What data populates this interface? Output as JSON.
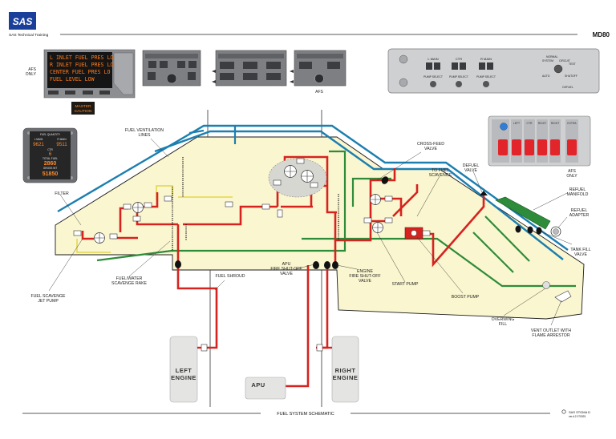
{
  "header": {
    "logo_text": "SAS",
    "brand_line": "SAS Technical Training",
    "model": "MD80"
  },
  "annunciator": {
    "afs_note": [
      "AFS",
      "ONLY"
    ],
    "lines": [
      "L INLET FUEL PRES LO",
      "R INLET FUEL PRES LO",
      "CENTER FUEL PRES LO",
      "FUEL LEVEL LOW"
    ],
    "master_caution": [
      "MASTER",
      "CAUTION"
    ]
  },
  "panel_labels": {
    "afs": "AFS",
    "pump_headers": [
      "L MAIN",
      "CTR",
      "R MAIN"
    ],
    "pump_sub": "PUMP SELECT",
    "refuel_words": [
      "NORMAL",
      "SYSTEM",
      "CIRCUIT",
      "TEST",
      "AUTO",
      "SHUTOFF",
      "DEFUEL"
    ]
  },
  "fuel_quantity": {
    "title": "FUEL QUANTITY",
    "left_label": "L MAIN",
    "right_label": "R MAIN",
    "left": "9621",
    "right": "9511",
    "ctr_label": "CTR",
    "ctr": "6",
    "total_label": "TOTAL FUEL",
    "total": "2860",
    "gross_label": "GROSS WT",
    "gross": "51850"
  },
  "refuel_switch_panel": {
    "afs_only": [
      "AFS",
      "ONLY"
    ],
    "headers": [
      "LEFT",
      "CTR",
      "RIGHT",
      "RIGHT",
      "EXTRA"
    ]
  },
  "labels": {
    "fuel_ventilation_lines": [
      "FUEL VENTILATION",
      "LINES"
    ],
    "filter": "FILTER",
    "fuel_scavenge_jet_pump": [
      "FUEL SCAVENGE",
      "JET PUMP"
    ],
    "fuel_water_scavenge_rake": [
      "FUEL/WATER",
      "SCAVENGE RAKE"
    ],
    "fuel_shroud": "FUEL SHROUD",
    "apu_fire_shutoff_valve": [
      "APU",
      "FIRE SHUT-OFF",
      "VALVE"
    ],
    "engine_fire_shutoff_valve": [
      "ENGINE",
      "FIRE SHUT-OFF",
      "VALVE"
    ],
    "start_pump": "START PUMP",
    "boost_pump": "BOOST PUMP",
    "cross_feed_valve": [
      "CROSS-FEED",
      "VALVE"
    ],
    "to_fuel_scavenge": [
      "TO FUEL",
      "SCAVENGE"
    ],
    "defuel_valve": [
      "DEFUEL",
      "VALVE"
    ],
    "refuel_manifold": [
      "REFUEL",
      "MANIFOLD"
    ],
    "refuel_adapter": [
      "REFUEL",
      "ADAPTER"
    ],
    "tank_fill_valve": [
      "TANK FILL",
      "VALVE"
    ],
    "overwing_fill": [
      "OVERWING",
      "FILL"
    ],
    "vent_outlet": [
      "VENT OUTLET WITH",
      "FLAME ARRESTOR"
    ]
  },
  "engines": {
    "left": [
      "LEFT",
      "ENGINE"
    ],
    "right": [
      "RIGHT",
      "ENGINE"
    ],
    "apu": "APU"
  },
  "footer": {
    "title": "FUEL SYSTEM SCHEMATIC",
    "ref1": "SAS STOMA D",
    "ref2": "ver.d.2 070325"
  },
  "colors": {
    "wing_fill": "#faf6cf",
    "feed_line": "#d6231f",
    "vent_line": "#1b7fb0",
    "scavenge_line": "#2e8b3a",
    "yellow_line": "#e8d84a",
    "panel_grey": "#7d7f83"
  }
}
